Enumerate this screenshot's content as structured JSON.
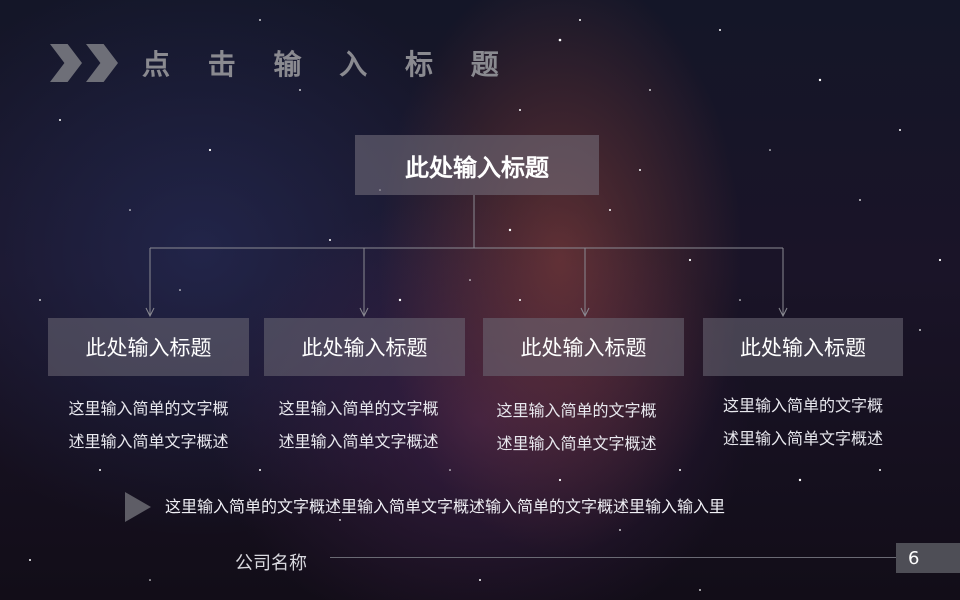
{
  "header": {
    "title": "点 击 输 入 标 题"
  },
  "top_box": {
    "title": "此处输入标题"
  },
  "boxes": [
    {
      "title": "此处输入标题",
      "desc_line1": "这里输入简单的文字概",
      "desc_line2": "述里输入简单文字概述"
    },
    {
      "title": "此处输入标题",
      "desc_line1": "这里输入简单的文字概",
      "desc_line2": "述里输入简单文字概述"
    },
    {
      "title": "此处输入标题",
      "desc_line1": "这里输入简单的文字概",
      "desc_line2": "述里输入简单文字概述"
    },
    {
      "title": "此处输入标题",
      "desc_line1": "这里输入简单的文字概",
      "desc_line2": "述里输入简单文字概述"
    }
  ],
  "bottom_text": "这里输入简单的文字概述里输入简单文字概述输入简单的文字概述里输入输入里",
  "footer": {
    "company": "公司名称",
    "page_number": "6"
  },
  "colors": {
    "box_fill": "#6e6976",
    "chevron": "#6e6f78",
    "connector": "#8a8a92"
  }
}
